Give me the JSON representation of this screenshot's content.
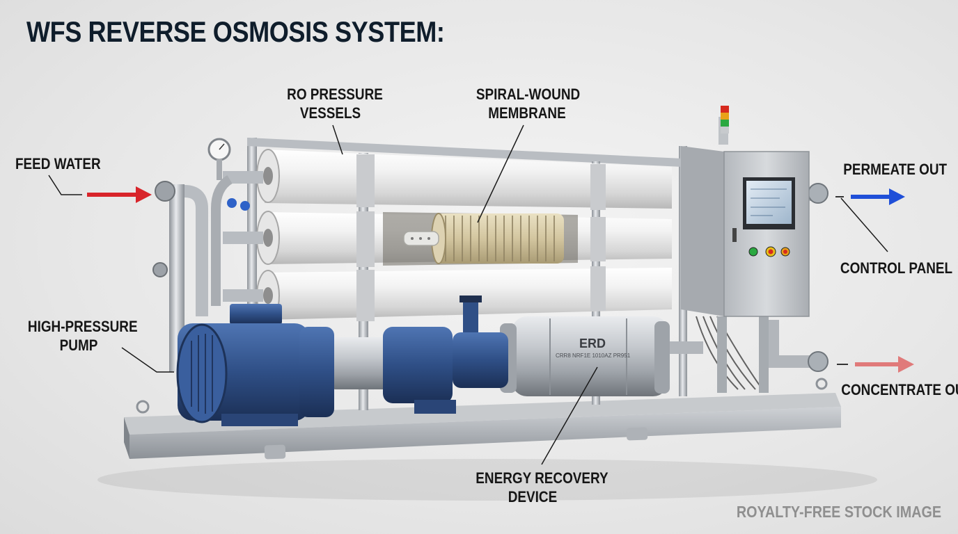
{
  "title": "WFS REVERSE OSMOSIS SYSTEM:",
  "labels": {
    "feed_water": "FEED WATER",
    "ro_pressure_vessels": [
      "RO PRESSURE",
      "VESSELS"
    ],
    "spiral_wound_membrane": [
      "SPIRAL-WOUND",
      "MEMBRANE"
    ],
    "permeate_out": "PERMEATE OUT",
    "control_panel": "CONTROL PANEL",
    "high_pressure_pump": [
      "HIGH-PRESSURE",
      "PUMP"
    ],
    "concentrate_out": "CONCENTRATE OUT",
    "energy_recovery_device": [
      "ENERGY RECOVERY",
      "DEVICE"
    ]
  },
  "erd_plate": {
    "name": "ERD",
    "serial": "CRR8 NRF1E 1010AZ PR951"
  },
  "watermark": "ROYALTY-FREE STOCK IMAGE",
  "colors": {
    "feed_arrow": "#d8242a",
    "permeate_arrow": "#1f4fd8",
    "concentrate_arrow": "#e07a7a",
    "pump_blue": "#2f4f86",
    "vessel_white": "#f2f2f2",
    "steel": "#b9bdc2",
    "membrane_beige": "#d9cfae",
    "light_red": "#d62a1e",
    "light_amber": "#e8a219",
    "light_green": "#2aa840"
  }
}
